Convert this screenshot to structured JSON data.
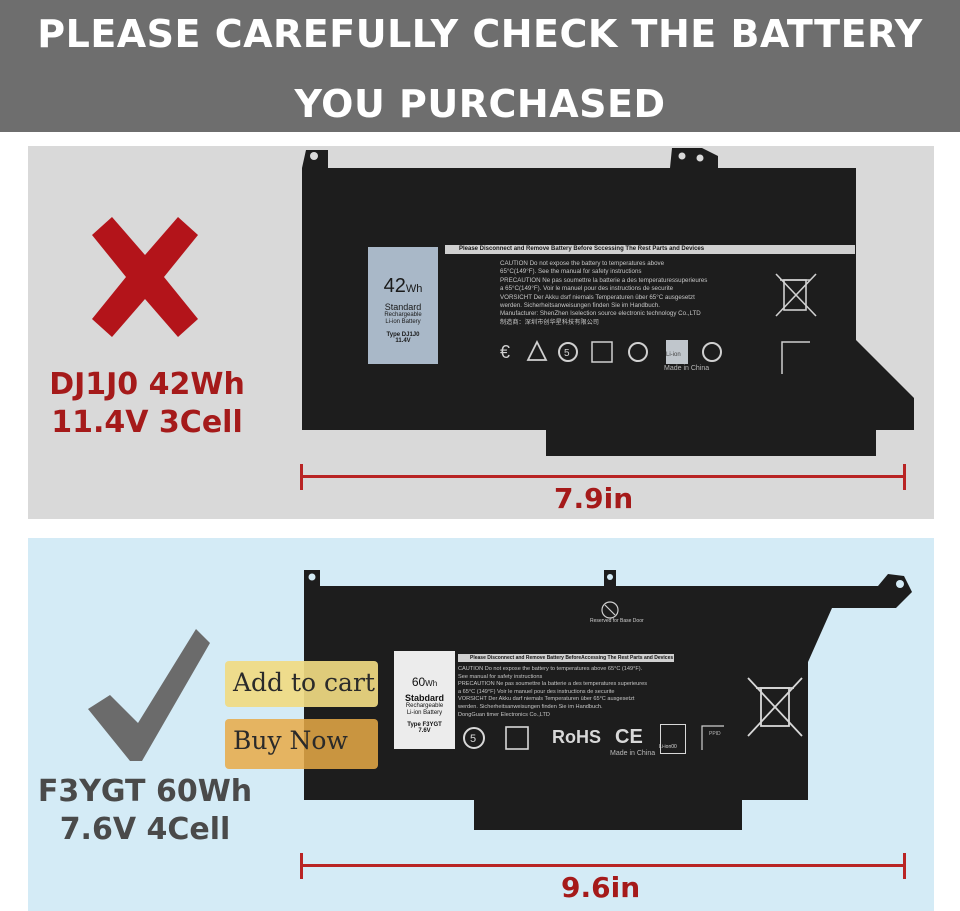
{
  "banner": {
    "line1": "PLEASE CAREFULLY CHECK THE BATTERY",
    "line2": "YOU PURCHASED",
    "background": "#6e6e6e"
  },
  "wrong_battery": {
    "status_icon": "red-x-icon",
    "spec_line1": "DJ1J0 42Wh",
    "spec_line2": "11.4V 3Cell",
    "length": "7.9in",
    "panel_color": "#d9d9d9",
    "accent": "#a51a1a",
    "label": {
      "capacity": "42",
      "capacity_unit": "Wh",
      "title": "Standard",
      "sub1": "Rechargeable",
      "sub2": "Li-ion Battery",
      "type": "Type DJ1J0",
      "voltage": "11.4V"
    },
    "warning_header": "Please Disconnect and Remove Battery Before Sccessing The Rest Parts and Devices",
    "warning_lines": [
      "CAUTION Do not expose the battery to temperatures above",
      "65°C(149°F). See the manual for safety instructions",
      "PRECAUTION Ne pas soumettre la batterie a des temperaturessuperieures",
      "a 65°C(149°F). Voir le manuel pour des instructions de securite",
      "VORSICHT Der Akku dsrf niemals Temperaturen über 65°C ausgesetzt",
      "werden. Sicherheitsanweisungen finden Sie im Handbuch.",
      "Manufacturer: ShenZhen Iselection source electronic technology Co.,LTD",
      "制造商：深圳市创华星科技有限公司"
    ],
    "made_in": "Made in China",
    "liion": "Li-ion"
  },
  "right_battery": {
    "status_icon": "checkmark-icon",
    "spec_line1": "F3YGT 60Wh",
    "spec_line2": "7.6V 4Cell",
    "length": "9.6in",
    "panel_color": "#d4ebf6",
    "label": {
      "capacity": "60",
      "capacity_unit": "Wh",
      "title": "Stabdard",
      "sub1": "Rechargeable",
      "sub2": "Li-ion Battery",
      "type": "Type F3YGT",
      "voltage": "7.6V"
    },
    "reserved": "Reserved for Base Door",
    "warning_header": "Please Disconnect and Remove Battery BeforeAccessing The Rest Parts and Devices",
    "warning_lines": [
      "CAUTION Do not expose the battery to temperatures above 65°C (149°F).",
      "See manual for safety instructions",
      "PRECAUTION Ne pas soumettre la batterie a des temperatures superieures",
      "a 65°C (149°F) Voir le manuel pour des instructions de securite",
      "VORSICHT Der Akku darf niemals Temperaturen über 65°C ausgesetzt",
      "werden. Sicherheitsanweisungen finden Sie im Handbuch.",
      "DongGuan timer Electronics Co.,LTD"
    ],
    "rohs": "RoHS",
    "ce": "CE",
    "made_in": "Made in China",
    "liion": "Li-ion00",
    "ppid": "PPID"
  },
  "actions": {
    "add_to_cart": "Add to cart",
    "buy_now": "Buy Now"
  }
}
